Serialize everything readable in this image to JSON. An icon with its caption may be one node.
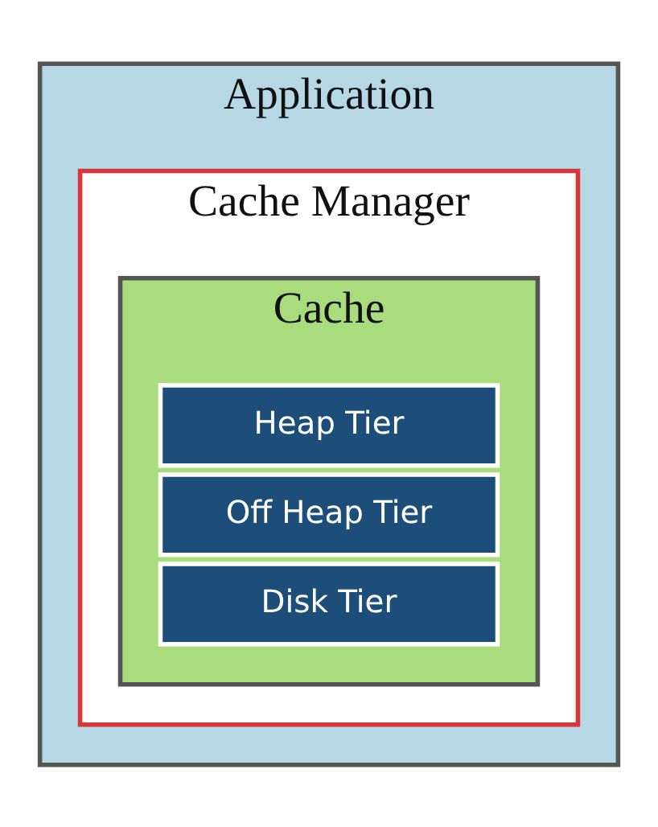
{
  "diagram": {
    "nodes": [
      {
        "text": [
          "Application"
        ]
      },
      {
        "text": [
          "Cache Manager"
        ],
        "in": 0
      },
      {
        "text": [
          "Cache"
        ],
        "in": 1
      },
      {
        "text": [
          "Heap Tier"
        ],
        "in": 2
      },
      {
        "text": [
          "Off Heap Tier"
        ],
        "in": 2
      },
      {
        "text": [
          "Disk Tier"
        ],
        "in": 2
      }
    ]
  }
}
